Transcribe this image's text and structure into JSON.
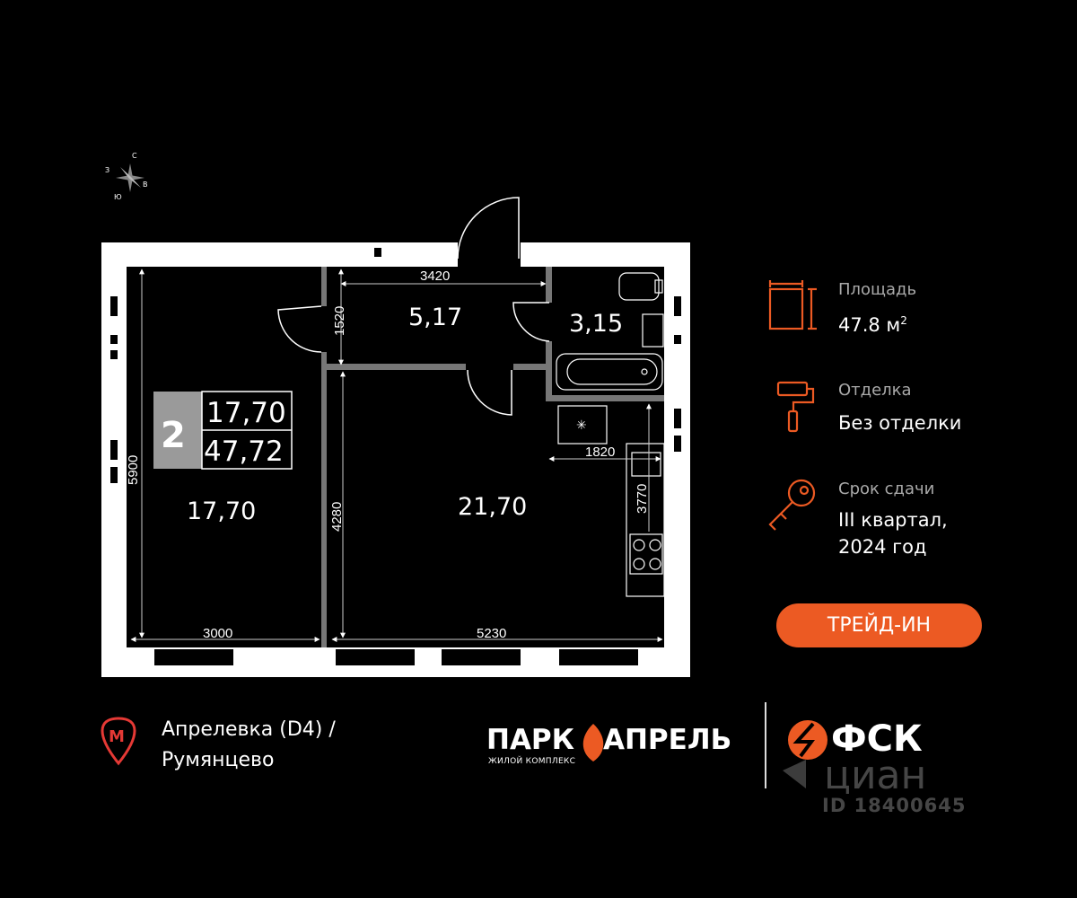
{
  "compass": {
    "north": "С",
    "west": "З",
    "south": "Ю",
    "east": "В"
  },
  "plan": {
    "badge": {
      "rooms": "2",
      "living_area": "17,70",
      "total_area": "47,72"
    },
    "rooms": [
      {
        "id": "bedroom",
        "area": "17,70"
      },
      {
        "id": "hall",
        "area": "5,17"
      },
      {
        "id": "bathroom",
        "area": "3,15"
      },
      {
        "id": "kitchen-living",
        "area": "21,70"
      }
    ],
    "dimensions": {
      "hall_width": "3420",
      "hall_depth": "1520",
      "bedroom_depth": "5900",
      "bedroom_width": "3000",
      "living_depth": "4280",
      "living_width": "5230",
      "kitchen_width": "1820",
      "kitchen_depth": "3770"
    }
  },
  "info": {
    "area_label": "Площадь",
    "area_value": "47.8 м",
    "area_unit_sup": "2",
    "finish_label": "Отделка",
    "finish_value": "Без отделки",
    "deadline_label": "Срок сдачи",
    "deadline_line1": "III квартал,",
    "deadline_line2": "2024 год"
  },
  "trade_in_button": "ТРЕЙД-ИН",
  "metro": {
    "line1": "Апрелевка (D4)  /",
    "line2": "Румянцево"
  },
  "logos": {
    "park_left": "ПАРК",
    "park_right": "АПРЕЛЬ",
    "park_sub": "ЖИЛОЙ КОМПЛЕКС",
    "developer": "ФСК",
    "watermark": "циан",
    "listing_id": "ID 18400645"
  },
  "colors": {
    "accent": "#ec5a23",
    "walls": "#ffffff",
    "background": "#000000"
  }
}
